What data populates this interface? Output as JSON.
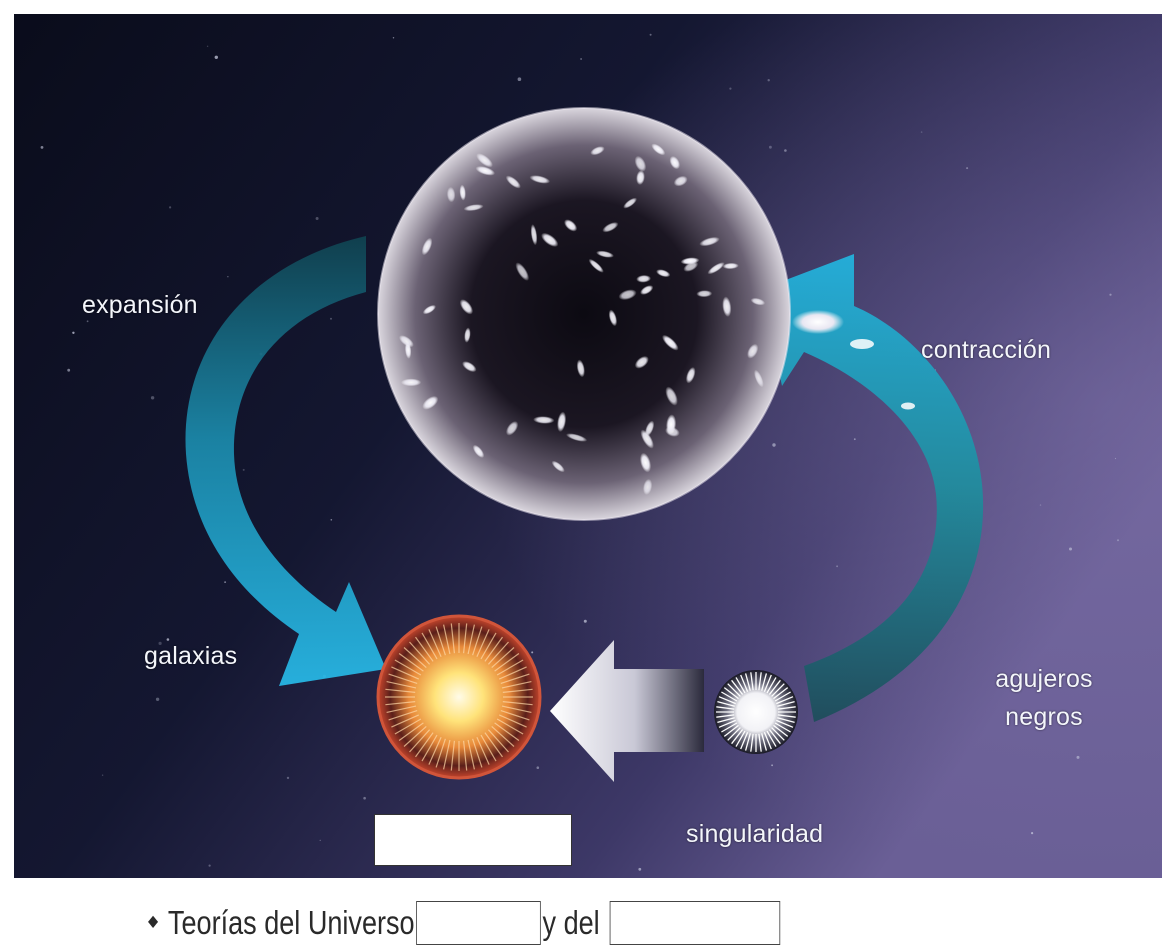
{
  "labels": {
    "expansion": "expansión",
    "contraction": "contracción",
    "galaxies": "galaxias",
    "black_holes_line1": "agujeros",
    "black_holes_line2": "negros",
    "singularity": "singularidad"
  },
  "caption": {
    "prefix": "Teorías del Universo",
    "middle": "y del"
  },
  "colors": {
    "space_dark": "#0b0d1c",
    "space_purple": "#5a4f86",
    "arrow_cyan": "#1aa9d8",
    "arrow_teal": "#2f8f92",
    "sphere_white": "#ffffff",
    "sun_core": "#ffe48a",
    "sun_ring": "#c0482c"
  },
  "icons": {
    "cycle_arrows": "curved-arrow-icon",
    "back_arrow": "left-arrow-icon",
    "bullet": "diamond-bullet-icon"
  }
}
